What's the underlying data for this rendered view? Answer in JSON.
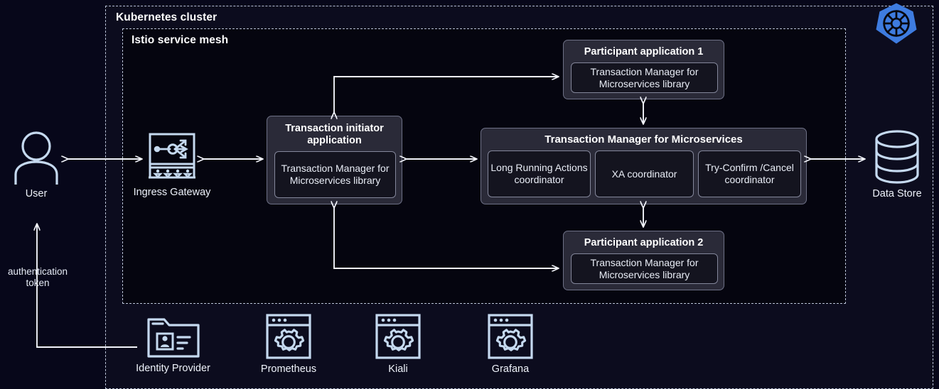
{
  "zones": {
    "cluster": {
      "label": "Kubernetes cluster"
    },
    "mesh": {
      "label": "Istio service mesh"
    }
  },
  "nodes": {
    "user": {
      "label": "User",
      "icon": "user-icon"
    },
    "ingress": {
      "label": "Ingress Gateway",
      "icon": "ingress-gateway-icon"
    },
    "datastore": {
      "label": "Data Store",
      "icon": "database-icon"
    },
    "identity_provider": {
      "label": "Identity Provider",
      "icon": "id-card-folder-icon"
    },
    "prometheus": {
      "label": "Prometheus",
      "icon": "browser-gear-icon"
    },
    "kiali": {
      "label": "Kiali",
      "icon": "browser-gear-icon"
    },
    "grafana": {
      "label": "Grafana",
      "icon": "browser-gear-icon"
    }
  },
  "boxes": {
    "transaction_initiator": {
      "title": "Transaction initiator application",
      "library": "Transaction Manager for Microservices library"
    },
    "participant_1": {
      "title": "Participant application 1",
      "library": "Transaction Manager for Microservices library"
    },
    "participant_2": {
      "title": "Participant application 2",
      "library": "Transaction Manager for Microservices library"
    },
    "transaction_manager": {
      "title": "Transaction Manager for Microservices",
      "coordinators": [
        "Long Running Actions coordinator",
        "XA coordinator",
        "Try-Confirm /Cancel coordinator"
      ]
    }
  },
  "annotations": {
    "auth_token": "authentication token"
  },
  "logos": {
    "kubernetes": "kubernetes-logo"
  },
  "colors": {
    "page_background": "#07071a",
    "cluster_background": "#0c0c1e",
    "mesh_background": "#05050f",
    "dashed_border": "#b9c2d6",
    "box_fill": "#2a2a38",
    "inner_box_fill": "#14141f",
    "box_border": "#84879b",
    "text": "#ffffff",
    "icon_stroke": "#c5d9ef",
    "arrow": "#f2f4fa",
    "kubernetes_blue": "#3e7ce0"
  }
}
